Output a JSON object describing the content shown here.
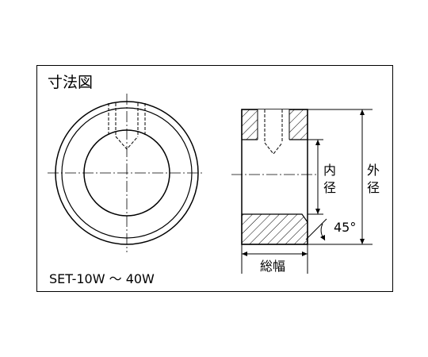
{
  "diagram": {
    "title": "寸法図",
    "model_range": "SET-10W ～ 40W",
    "labels": {
      "inner_diameter": [
        "内",
        "径"
      ],
      "outer_diameter": [
        "外",
        "径"
      ],
      "total_width": "総幅",
      "chamfer_angle": "45°"
    },
    "colors": {
      "line": "#000000",
      "background": "#ffffff"
    }
  }
}
